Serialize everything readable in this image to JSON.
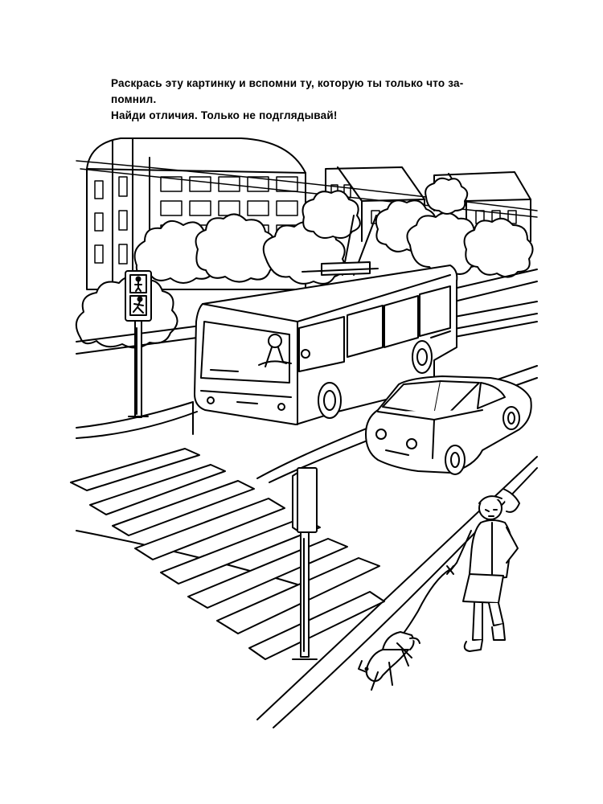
{
  "instructions": {
    "line1": "Раскрась эту картинку и вспомни ту, которую ты только что за-",
    "line2": "помнил.",
    "line3": "Найди отличия. Только не подглядывай!"
  },
  "illustration": {
    "style": "black-and-white coloring page line art",
    "objects": [
      "buildings",
      "trees",
      "trolleybus",
      "car",
      "pedestrian-crossing",
      "traffic-lights",
      "girl",
      "dog"
    ]
  }
}
